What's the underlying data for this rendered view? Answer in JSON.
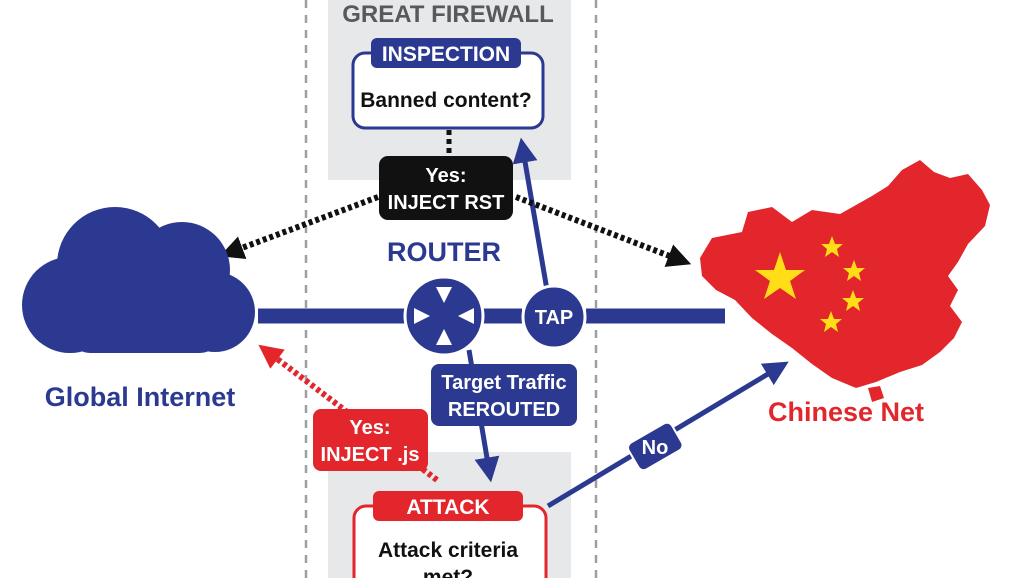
{
  "firewall": {
    "title": "GREAT FIREWALL"
  },
  "inspection": {
    "header": "INSPECTION",
    "question": "Banned content?"
  },
  "inject_rst": {
    "line1": "Yes:",
    "line2": "INJECT RST"
  },
  "router": {
    "label": "ROUTER"
  },
  "tap": {
    "label": "TAP"
  },
  "global_internet": {
    "label": "Global Internet"
  },
  "chinese_net": {
    "label": "Chinese Net"
  },
  "reroute": {
    "line1": "Target Traffic",
    "line2": "REROUTED"
  },
  "inject_js": {
    "line1": "Yes:",
    "line2": "INJECT .js"
  },
  "no_label": {
    "label": "No"
  },
  "attack": {
    "header": "ATTACK",
    "line1": "Attack criteria",
    "line2": "met?"
  },
  "colors": {
    "navy": "#2b3990",
    "red": "#e2262b",
    "black": "#111111",
    "grey_zone": "#e7e8e9",
    "yellow": "#ffde17"
  },
  "icons": [
    "cloud-icon",
    "china-map-icon",
    "router-icon"
  ]
}
